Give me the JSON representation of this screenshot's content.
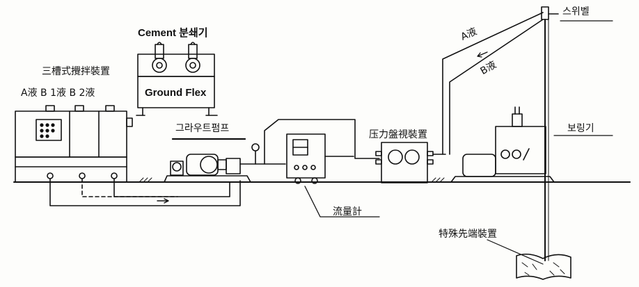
{
  "labels": {
    "cement_crusher": "Cement 분쇄기",
    "ground_flex": "Ground Flex",
    "three_tank_mixer": "三槽式攪拌裝置",
    "tank_liquids": "A液  B 1液  B 2液",
    "grout_pump": "그라우트펌프",
    "pressure_monitor": "压力盤視裝置",
    "flowmeter": "流量計",
    "swivel": "스위벨",
    "boring_machine": "보링기",
    "special_tip": "特殊先端裝置",
    "line_a": "A液",
    "line_b": "B液"
  }
}
